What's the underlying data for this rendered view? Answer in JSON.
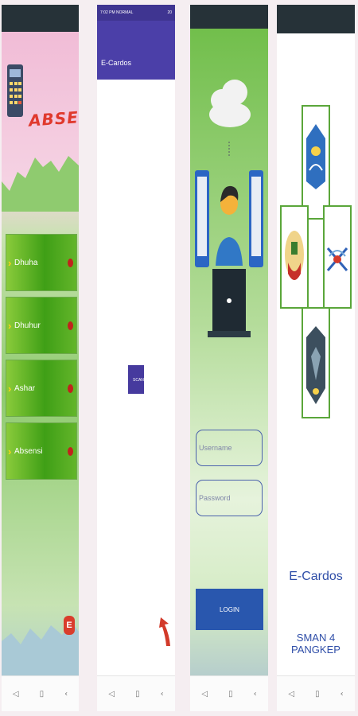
{
  "screens": {
    "menu": {
      "title": "ABSENSI",
      "items": [
        {
          "label": "Dhuha"
        },
        {
          "label": "Dhuhur"
        },
        {
          "label": "Ashar"
        },
        {
          "label": "Absensi"
        }
      ],
      "fab_letter": "E"
    },
    "scanner": {
      "status_time": "7:02 PM  NORMAL",
      "status_right": "20",
      "appbar_title": "E-Cardos",
      "scan_button": "SCAN"
    },
    "login": {
      "username_placeholder": "Username",
      "password_placeholder": "Password",
      "login_button": "LOGIN"
    },
    "splash": {
      "app_name": "E-Cardos",
      "school": "SMAN 4 PANGKEP"
    }
  },
  "navbar": {
    "back": "◁",
    "home": "▯",
    "recent": "‹"
  },
  "colors": {
    "status_bar": "#263238",
    "menu_green": "#3f9f16",
    "accent_purple": "#4b3fa8",
    "login_blue": "#2957ae",
    "title_red": "#e0392d",
    "splash_text": "#2f4ea8"
  },
  "icons": [
    "calculator-icon",
    "chevron-right-icon",
    "red-dot-icon",
    "e-logo-icon",
    "back-arrow-icon",
    "cloud-icon",
    "user-laptop-icon",
    "phone-icon",
    "tut-wuri-logo-icon",
    "sulsel-logo-icon",
    "pangkep-logo-icon",
    "school-logo-icon"
  ]
}
